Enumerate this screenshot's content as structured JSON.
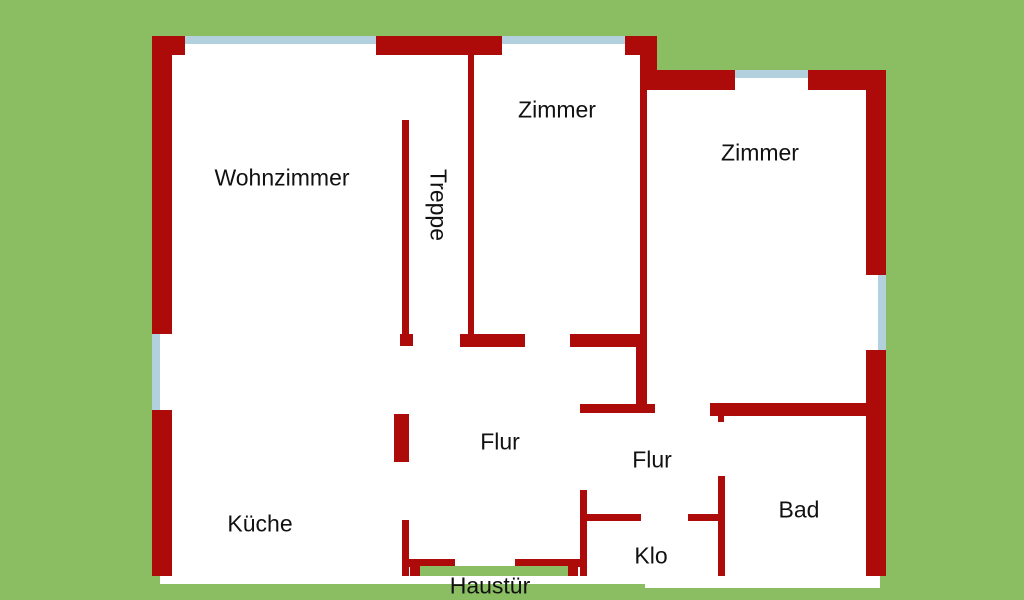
{
  "colors": {
    "background": "#8bbd63",
    "wall": "#ad0a0a",
    "window": "#b3d0df",
    "floor": "#ffffff"
  },
  "rooms": {
    "living": "Wohnzimmer",
    "stairs": "Treppe",
    "room1": "Zimmer",
    "room2": "Zimmer",
    "hall1": "Flur",
    "hall2": "Flur",
    "kitchen": "Küche",
    "bath": "Bad",
    "toilet": "Klo",
    "entrance": "Haustür"
  }
}
